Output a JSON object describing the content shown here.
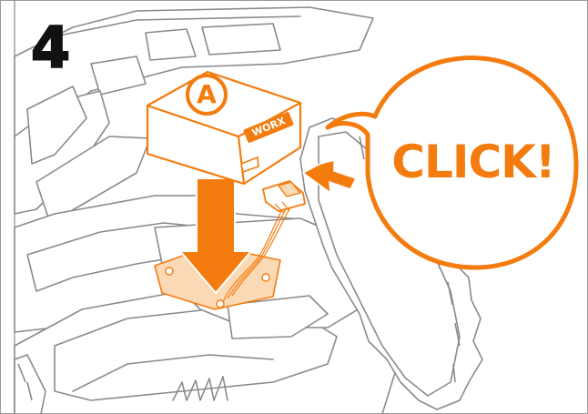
{
  "step": {
    "number": "4"
  },
  "module": {
    "letter": "A",
    "brand": "WORX"
  },
  "callout": {
    "text": "CLICK!"
  },
  "colors": {
    "accent": "#F47B0E",
    "line": "#8A8A8A",
    "ink": "#111111",
    "fill": "#FFFFFF"
  }
}
